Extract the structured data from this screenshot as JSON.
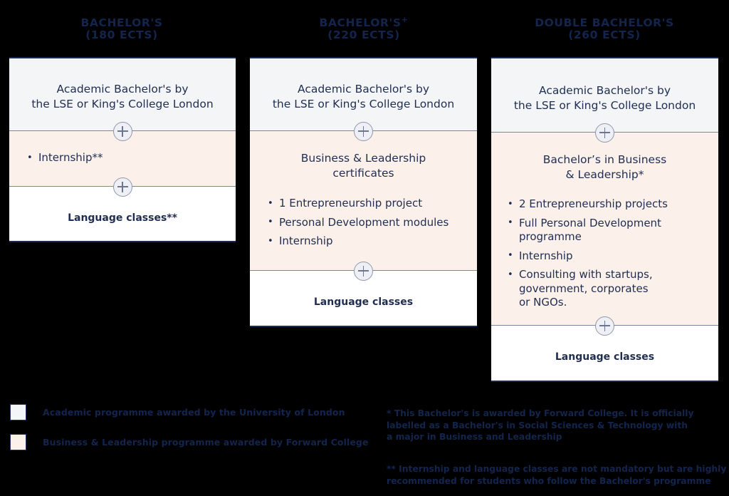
{
  "columns": [
    {
      "header": {
        "title": "BACHELOR'S",
        "sup": "",
        "ects": "(180 ECTS)"
      },
      "segments": [
        {
          "kind": "academic",
          "title_lines": [
            "Academic Bachelor's by",
            "the LSE or King's College London"
          ],
          "bullets": []
        },
        {
          "kind": "business",
          "title_lines": [],
          "bullets": [
            [
              "Internship**"
            ]
          ]
        },
        {
          "kind": "language",
          "title_lines": [
            "Language classes**"
          ],
          "bullets": []
        }
      ]
    },
    {
      "header": {
        "title": "BACHELOR'S",
        "sup": "+",
        "ects": "(220 ECTS)"
      },
      "segments": [
        {
          "kind": "academic",
          "title_lines": [
            "Academic Bachelor's by",
            "the LSE or King's College London"
          ],
          "bullets": []
        },
        {
          "kind": "business",
          "title_lines": [
            "Business & Leadership",
            "certificates"
          ],
          "bullets": [
            [
              "1 Entrepreneurship project"
            ],
            [
              "Personal Development modules"
            ],
            [
              "Internship"
            ]
          ]
        },
        {
          "kind": "language",
          "title_lines": [
            "Language classes"
          ],
          "bullets": []
        }
      ]
    },
    {
      "header": {
        "title": "DOUBLE BACHELOR'S",
        "sup": "",
        "ects": "(260 ECTS)"
      },
      "segments": [
        {
          "kind": "academic",
          "title_lines": [
            "Academic Bachelor's by",
            "the LSE or King's College London"
          ],
          "bullets": []
        },
        {
          "kind": "business",
          "title_lines": [
            "Bachelor’s in Business",
            "& Leadership*"
          ],
          "bullets": [
            [
              "2 Entrepreneurship projects"
            ],
            [
              "Full Personal Development",
              "programme"
            ],
            [
              "Internship"
            ],
            [
              "Consulting with startups,",
              "government, corporates",
              "or NGOs."
            ]
          ]
        },
        {
          "kind": "language",
          "title_lines": [
            "Language classes"
          ],
          "bullets": []
        }
      ]
    }
  ],
  "legend": {
    "items": [
      {
        "label": "Academic programme awarded by the University of London",
        "color": "#f4f5f7"
      },
      {
        "label": "Business & Leadership programme awarded by Forward College",
        "color": "#fcf1ea"
      }
    ]
  },
  "footnotes": [
    {
      "lines": [
        "* This Bachelor's is awarded by Forward College. It is officially",
        "labelled as a Bachelor's in Social Sciences & Technology with",
        "a major in Business and Leadership"
      ]
    },
    {
      "lines": [
        "** Internship and language classes are not mandatory but are highly",
        "recommended for students who follow the Bachelor's programme"
      ]
    }
  ],
  "colors": {
    "background": "#000000",
    "navy": "#13254d",
    "academic_fill": "#f4f5f7",
    "business_fill": "#fcf1ea",
    "language_fill": "#ffffff",
    "divider": "#7c86a3"
  }
}
